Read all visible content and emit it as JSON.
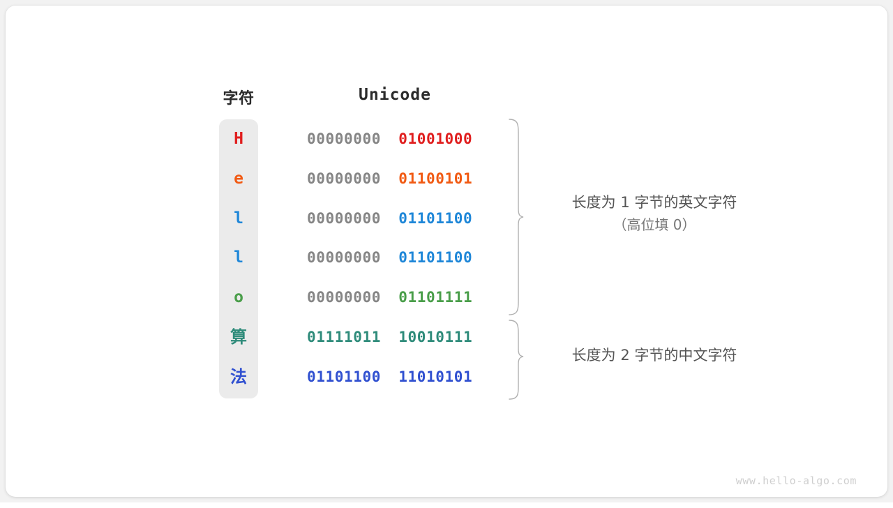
{
  "headers": {
    "char": "字符",
    "unicode": "Unicode"
  },
  "colors": {
    "red": "#e01f1f",
    "orange": "#f15a13",
    "blue": "#1f87d8",
    "green": "#4a9e4a",
    "teal": "#2e8b7a",
    "royal": "#3050d0",
    "gray": "#858585",
    "panel": "#ebebeb",
    "text": "#2b2b2b",
    "annotation": "#555555",
    "watermark": "#cfcfcf"
  },
  "rows": [
    {
      "char": "H",
      "cjk": false,
      "high": "00000000",
      "low": "01001000",
      "high_color": "#858585",
      "low_color": "#e01f1f",
      "char_color": "#e01f1f"
    },
    {
      "char": "e",
      "cjk": false,
      "high": "00000000",
      "low": "01100101",
      "high_color": "#858585",
      "low_color": "#f15a13",
      "char_color": "#f15a13"
    },
    {
      "char": "l",
      "cjk": false,
      "high": "00000000",
      "low": "01101100",
      "high_color": "#858585",
      "low_color": "#1f87d8",
      "char_color": "#1f87d8"
    },
    {
      "char": "l",
      "cjk": false,
      "high": "00000000",
      "low": "01101100",
      "high_color": "#858585",
      "low_color": "#1f87d8",
      "char_color": "#1f87d8"
    },
    {
      "char": "o",
      "cjk": false,
      "high": "00000000",
      "low": "01101111",
      "high_color": "#858585",
      "low_color": "#4a9e4a",
      "char_color": "#4a9e4a"
    },
    {
      "char": "算",
      "cjk": true,
      "high": "01111011",
      "low": "10010111",
      "high_color": "#2e8b7a",
      "low_color": "#2e8b7a",
      "char_color": "#2e8b7a"
    },
    {
      "char": "法",
      "cjk": true,
      "high": "01101100",
      "low": "11010101",
      "high_color": "#3050d0",
      "low_color": "#3050d0",
      "char_color": "#3050d0"
    }
  ],
  "annotations": [
    {
      "line1": "长度为 1 字节的英文字符",
      "line2": "（高位填 0）"
    },
    {
      "line1": "长度为 2 字节的中文字符",
      "line2": ""
    }
  ],
  "watermark": "www.hello-algo.com"
}
